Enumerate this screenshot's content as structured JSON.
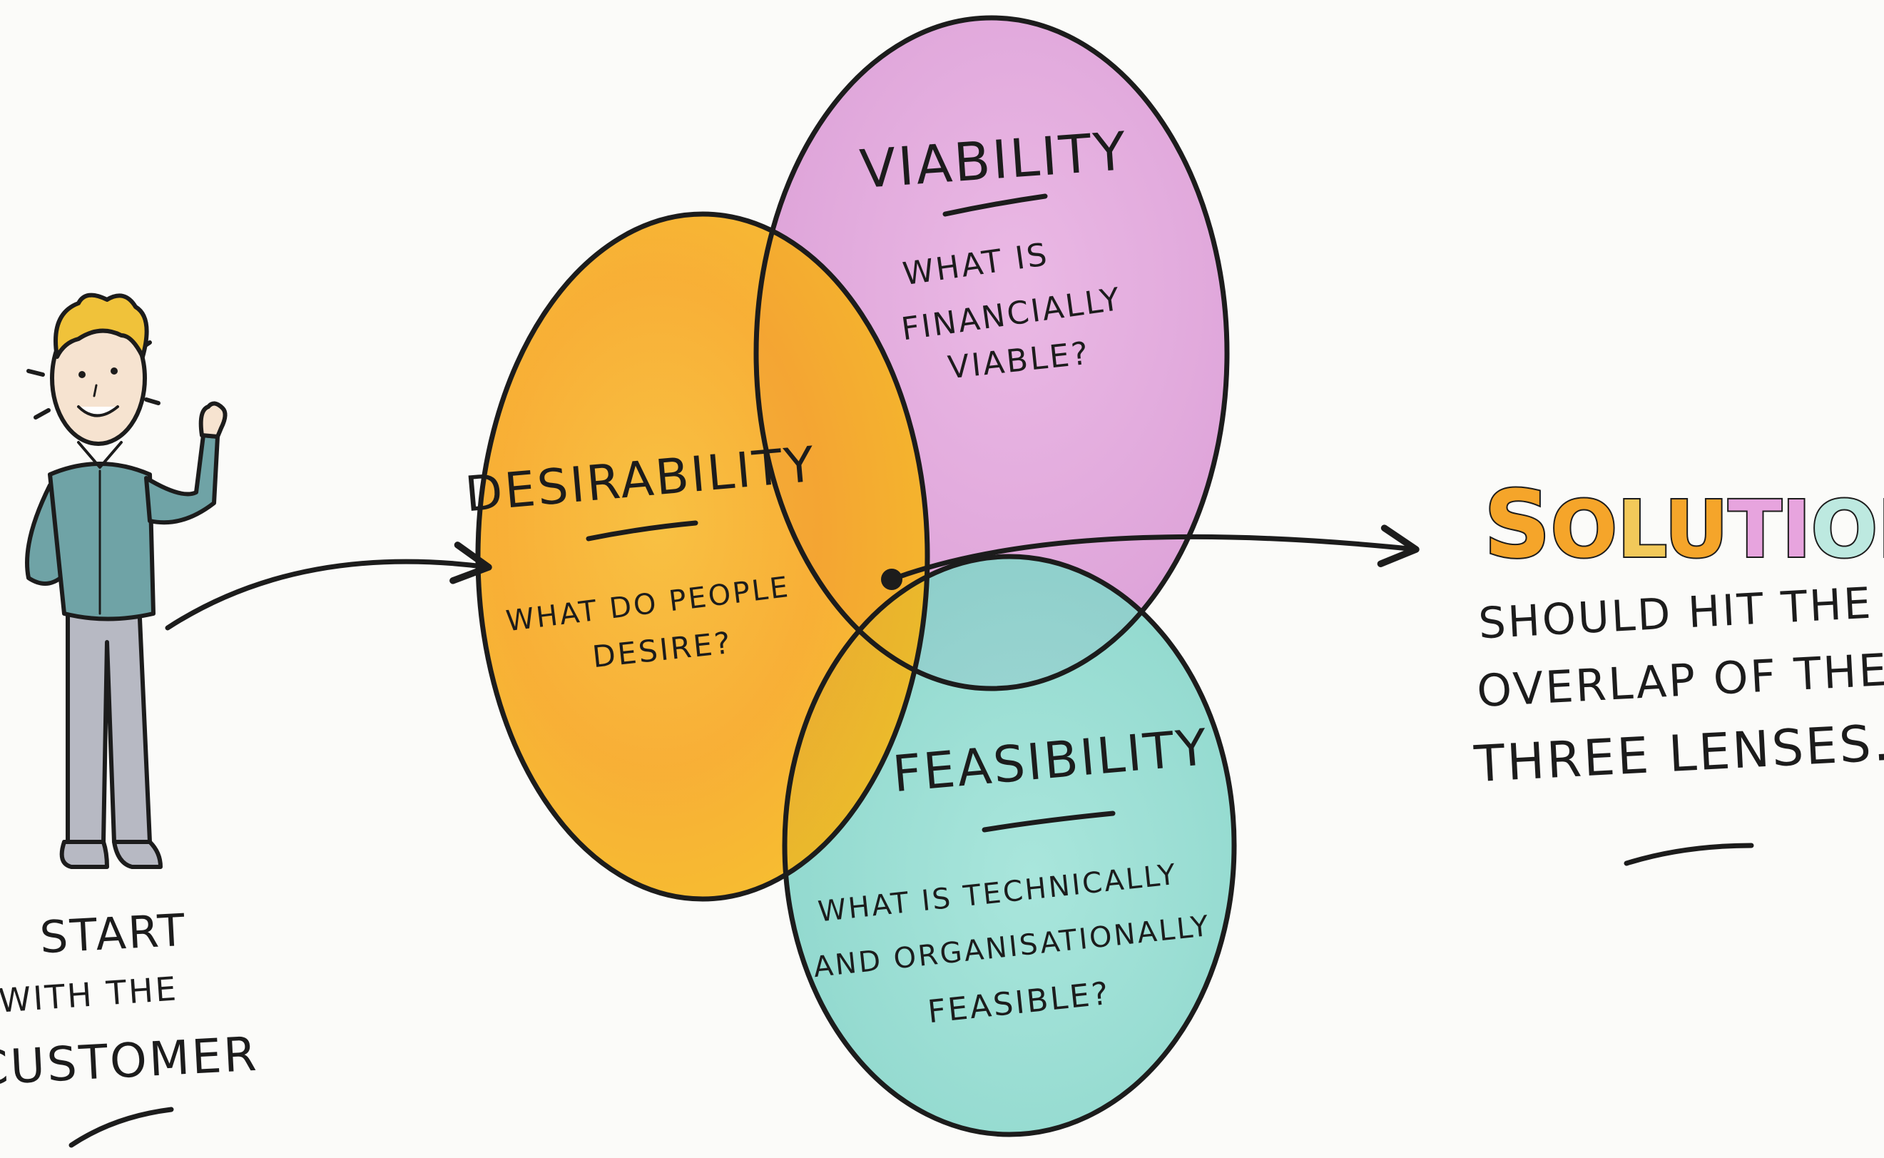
{
  "diagram": {
    "circles": {
      "desirability": {
        "title": "DESIRABILITY",
        "question_line1": "WHAT DO PEOPLE",
        "question_line2": "DESIRE?",
        "color": "#f7a51c"
      },
      "viability": {
        "title": "VIABILITY",
        "question_line1": "WHAT IS",
        "question_line2": "FINANCIALLY",
        "question_line3": "VIABLE?",
        "color": "#e3a6dc"
      },
      "feasibility": {
        "title": "FEASIBILITY",
        "question_line1": "WHAT IS TECHNICALLY",
        "question_line2": "AND ORGANISATIONALLY",
        "question_line3": "FEASIBLE?",
        "color": "#86d8cc"
      }
    },
    "customer": {
      "line1": "START",
      "line2": "WITH THE",
      "line3": "CUSTOMER",
      "shirt_color": "#6fa3a6",
      "hair_color": "#f0c23a"
    },
    "solutions": {
      "title_letters": [
        "S",
        "O",
        "L",
        "U",
        "T",
        "I",
        "O",
        "N",
        "S"
      ],
      "title_colors": [
        "#f5a52a",
        "#f5a52a",
        "#f2c95a",
        "#f5a52a",
        "#e7a4de",
        "#e7a4de",
        "#bde9e0",
        "#bde9e0",
        "#e7a4de"
      ],
      "line1": "SHOULD HIT THE",
      "line2": "OVERLAP OF THE",
      "line3": "THREE LENSES."
    },
    "ink_color": "#1c1c1c"
  }
}
